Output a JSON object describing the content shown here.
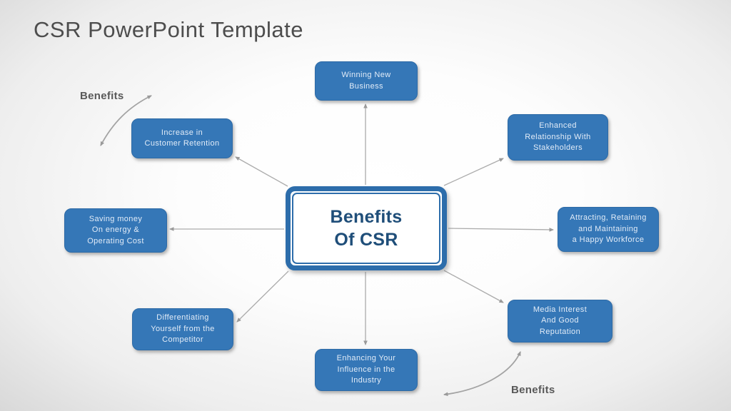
{
  "slide": {
    "title": "CSR PowerPoint Template"
  },
  "center": {
    "label": "Benefits\nOf CSR"
  },
  "nodes": [
    {
      "id": "winning-new-business",
      "label": "Winning New\nBusiness"
    },
    {
      "id": "enhanced-relationship",
      "label": "Enhanced\nRelationship With\nStakeholders"
    },
    {
      "id": "attracting-retaining-workforce",
      "label": "Attracting, Retaining\nand Maintaining\na Happy Workforce"
    },
    {
      "id": "media-interest-good-reputation",
      "label": "Media Interest\nAnd Good\nReputation"
    },
    {
      "id": "enhancing-influence-industry",
      "label": "Enhancing Your\nInfluence in the\nIndustry"
    },
    {
      "id": "differentiating-from-competitor",
      "label": "Differentiating\nYourself from the\nCompetitor"
    },
    {
      "id": "saving-money-operating-cost",
      "label": "Saving money\nOn energy &\nOperating Cost"
    },
    {
      "id": "increase-customer-retention",
      "label": "Increase in\nCustomer Retention"
    }
  ],
  "annotations": {
    "benefits_top_left": "Benefits",
    "benefits_bottom_right": "Benefits"
  },
  "colors": {
    "node_fill": "#3577b7",
    "node_text": "#e2ecf8",
    "center_border": "#2d6dab",
    "center_text": "#1f4e79",
    "connector": "#a6a6a6",
    "title_text": "#4d4d4d",
    "annotation_text": "#595959"
  }
}
